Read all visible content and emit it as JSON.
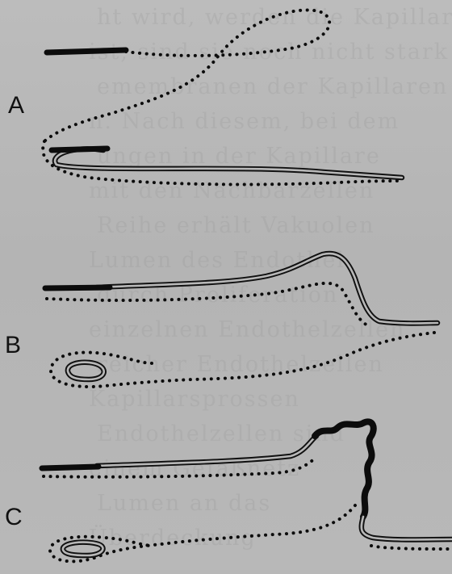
{
  "panels": [
    {
      "id": "A",
      "label": "A"
    },
    {
      "id": "B",
      "label": "B"
    },
    {
      "id": "C",
      "label": "C"
    }
  ],
  "background_text": [
    "ht wird, werden die Kapillaren",
    "ist, sind sie noch nicht stark",
    "emembranen der Kapillaren",
    "n. Nach diesem, bei dem",
    "ungen in der Kapillare",
    "mit den Nachbarzellen",
    "Reihe erhält Vakuolen",
    "Lumen des Endothel",
    "durch Proliferation",
    "einzelnen Endothelzellen",
    "reicher Endothelzellen",
    "Kapillarsprossen",
    "Endothelzellen sind",
    "einem Gefäßnetz",
    "Lumen an das",
    "Überdeckung"
  ],
  "colors": {
    "background": "#b9b9b9",
    "ink": "#0c0c0c"
  }
}
